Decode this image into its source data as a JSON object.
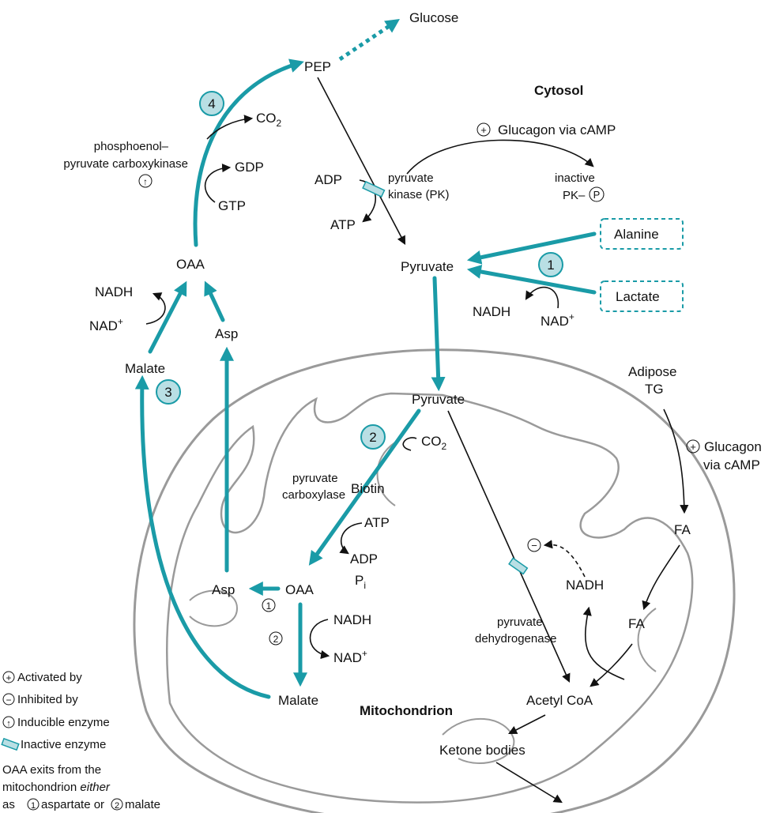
{
  "colors": {
    "teal": "#1a9ba7",
    "teal_light": "#b9dfe4",
    "membrane": "#9a9a9a",
    "text": "#111111"
  },
  "labels": {
    "glucose": "Glucose",
    "pep": "PEP",
    "cytosol": "Cytosol",
    "co2_top": "CO",
    "co2_top_sub": "2",
    "glucagon_camp": "Glucagon via cAMP",
    "pepck_line1": "phosphoenol–",
    "pepck_line2": "pyruvate carboxykinase",
    "gdp": "GDP",
    "gtp": "GTP",
    "adp_top": "ADP",
    "atp_top": "ATP",
    "pk_line1": "pyruvate",
    "pk_line2": "kinase (PK)",
    "inactive": "inactive",
    "pk_p": "PK–",
    "p_circle": "P",
    "alanine": "Alanine",
    "lactate": "Lactate",
    "pyruvate_cyto": "Pyruvate",
    "oaa_cyto": "OAA",
    "nadh_left": "NADH",
    "nad_left": "NAD",
    "nadh_right": "NADH",
    "nad_right": "NAD",
    "plus_sup": "+",
    "asp_cyto": "Asp",
    "malate_cyto": "Malate",
    "pyruvate_mito": "Pyruvate",
    "co2_mito": "CO",
    "co2_mito_sub": "2",
    "adipose_line1": "Adipose",
    "adipose_line2": "TG",
    "glucagon_line1": "Glucagon",
    "glucagon_line2": "via cAMP",
    "pc_line1": "pyruvate",
    "pc_line2": "carboxylase",
    "biotin": "Biotin",
    "atp_mito": "ATP",
    "adp_mito": "ADP",
    "pi": "P",
    "pi_sub": "i",
    "fa_1": "FA",
    "fa_2": "FA",
    "asp_mito": "Asp",
    "oaa_mito": "OAA",
    "nadh_mito1": "NADH",
    "nadh_mito2": "NADH",
    "nad_mito": "NAD",
    "pdh_line1": "pyruvate",
    "pdh_line2": "dehydrogenase",
    "malate_mito": "Malate",
    "mitochondrion": "Mitochondrion",
    "acetyl_coa": "Acetyl CoA",
    "ketone_bodies": "Ketone bodies",
    "minus_sign": "−",
    "plus_sign": "+",
    "up_arrow": "↑",
    "circle_1": "1",
    "circle_2": "2"
  },
  "steps": [
    "1",
    "2",
    "3",
    "4"
  ],
  "legend": {
    "activated": "Activated by",
    "inhibited": "Inhibited by",
    "inducible": "Inducible enzyme",
    "inactive_enzyme": "Inactive enzyme",
    "note_line1": "OAA exits from the",
    "note_line2_a": "mitochondrion ",
    "note_line2_b": "either",
    "note_line3_a": "as ",
    "note_line3_b": "aspartate or ",
    "note_line3_c": "malate"
  }
}
